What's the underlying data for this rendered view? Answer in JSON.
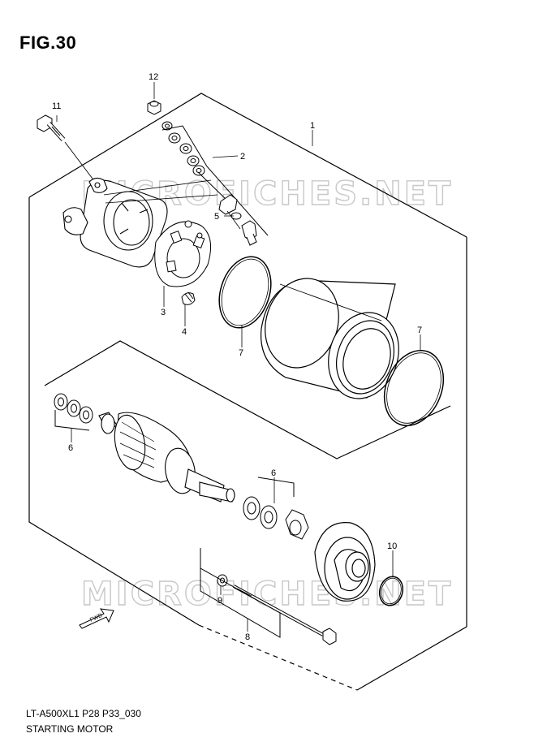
{
  "figure": {
    "title": "FIG.30",
    "code": "LT-A500XL1 P28 P33_030",
    "name": "STARTING MOTOR"
  },
  "watermark": {
    "text": "MICROFICHES.NET"
  },
  "callouts": {
    "c1": "1",
    "c2": "2",
    "c3": "3",
    "c4": "4",
    "c5": "5",
    "c6a": "6",
    "c6b": "6",
    "c7a": "7",
    "c7b": "7",
    "c8": "8",
    "c9": "9",
    "c10": "10",
    "c11": "11",
    "c12": "12"
  },
  "badge": {
    "text": "FWD"
  }
}
